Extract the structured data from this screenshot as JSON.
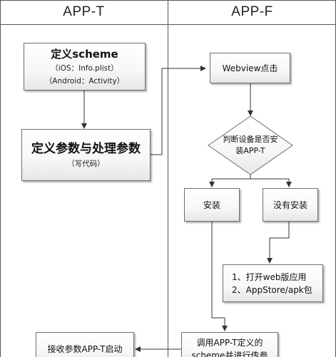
{
  "lanes": {
    "left_title": "APP-T",
    "right_title": "APP-F"
  },
  "nodes": {
    "define_scheme": {
      "title": "定义scheme",
      "line1": "（iOS：Info.plist）",
      "line2": "（Android：Activity）"
    },
    "define_params": {
      "title": "定义参数与处理参数",
      "note": "（写代码）"
    },
    "webview_click": {
      "label": "Webview点击"
    },
    "check_install": {
      "line1": "判断设备是否安",
      "line2": "装APP-T"
    },
    "installed": {
      "label": "安装"
    },
    "not_installed": {
      "label": "没有安装"
    },
    "fallback": {
      "line1": "1、打开web版应用",
      "line2": "2、AppStore/apk包"
    },
    "call_scheme": {
      "line1": "调用APP-T定义的",
      "line2": "scheme并进行传参"
    },
    "receive_params": {
      "label": "接收参数APP-T启动"
    }
  },
  "colors": {
    "line": "#333333",
    "border": "#6e6e6e",
    "lane_border": "#555555"
  }
}
